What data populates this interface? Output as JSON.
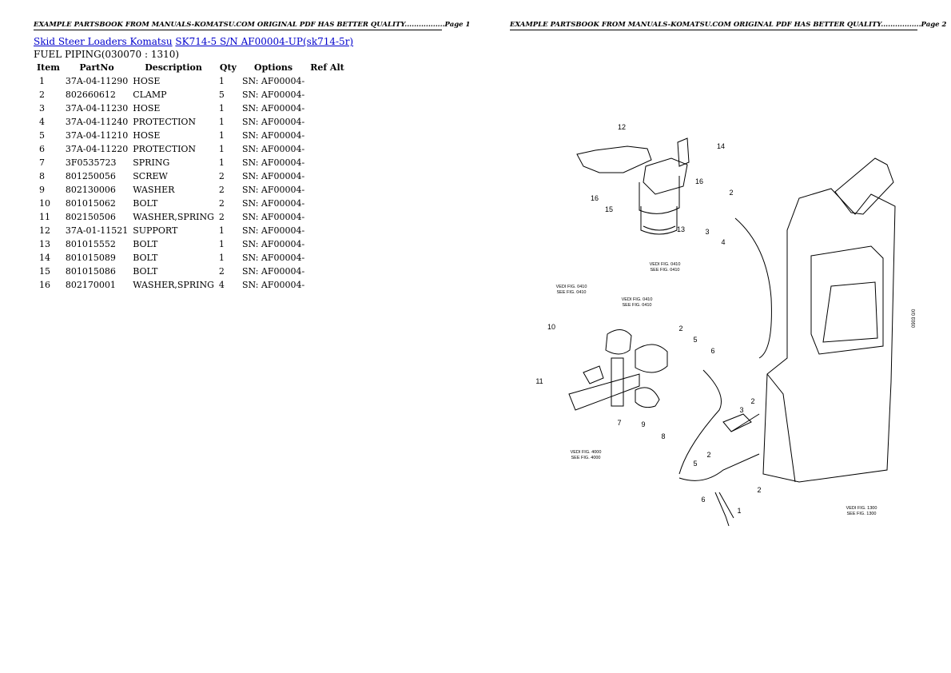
{
  "header": {
    "page1": "EXAMPLE PARTSBOOK FROM MANUALS-KOMATSU.COM ORIGINAL PDF HAS BETTER QUALITY.................Page 1",
    "page2": "EXAMPLE PARTSBOOK FROM MANUALS-KOMATSU.COM ORIGINAL PDF HAS BETTER QUALITY.................Page 2"
  },
  "breadcrumb": {
    "link1": "Skid Steer Loaders Komatsu",
    "link2": "SK714-5 S/N AF00004-UP(sk714-5r)"
  },
  "section_title": "FUEL PIPING(030070 : 1310)",
  "table": {
    "headers": [
      "Item",
      "PartNo",
      "Description",
      "Qty",
      "Options",
      "Ref Alt"
    ],
    "rows": [
      [
        "1",
        "37A-04-11290",
        "HOSE",
        "1",
        "SN: AF00004-",
        ""
      ],
      [
        "2",
        "802660612",
        "CLAMP",
        "5",
        "SN: AF00004-",
        ""
      ],
      [
        "3",
        "37A-04-11230",
        "HOSE",
        "1",
        "SN: AF00004-",
        ""
      ],
      [
        "4",
        "37A-04-11240",
        "PROTECTION",
        "1",
        "SN: AF00004-",
        ""
      ],
      [
        "5",
        "37A-04-11210",
        "HOSE",
        "1",
        "SN: AF00004-",
        ""
      ],
      [
        "6",
        "37A-04-11220",
        "PROTECTION",
        "1",
        "SN: AF00004-",
        ""
      ],
      [
        "7",
        "3F0535723",
        "SPRING",
        "1",
        "SN: AF00004-",
        ""
      ],
      [
        "8",
        "801250056",
        "SCREW",
        "2",
        "SN: AF00004-",
        ""
      ],
      [
        "9",
        "802130006",
        "WASHER",
        "2",
        "SN: AF00004-",
        ""
      ],
      [
        "10",
        "801015062",
        "BOLT",
        "2",
        "SN: AF00004-",
        ""
      ],
      [
        "11",
        "802150506",
        "WASHER,SPRING",
        "2",
        "SN: AF00004-",
        ""
      ],
      [
        "12",
        "37A-01-11521",
        "SUPPORT",
        "1",
        "SN: AF00004-",
        ""
      ],
      [
        "13",
        "801015552",
        "BOLT",
        "1",
        "SN: AF00004-",
        ""
      ],
      [
        "14",
        "801015089",
        "BOLT",
        "1",
        "SN: AF00004-",
        ""
      ],
      [
        "15",
        "801015086",
        "BOLT",
        "2",
        "SN: AF00004-",
        ""
      ],
      [
        "16",
        "802170001",
        "WASHER,SPRING",
        "4",
        "SN: AF00004-",
        ""
      ]
    ]
  },
  "diagram": {
    "callouts": [
      "12",
      "14",
      "16",
      "2",
      "15",
      "16",
      "13",
      "3",
      "4",
      "10",
      "2",
      "5",
      "6",
      "11",
      "9",
      "8",
      "7",
      "3",
      "2",
      "2",
      "5",
      "2",
      "6",
      "1"
    ],
    "ref1": [
      "VEDI FIG. 0410",
      "SEE FIG. 0410"
    ],
    "ref2": [
      "VEDI FIG. 0410",
      "SEE FIG. 0410"
    ],
    "ref3": [
      "VEDI FIG. 0410",
      "SEE FIG. 0410"
    ],
    "ref4": [
      "VEDI FIG. 4000",
      "SEE FIG. 4000"
    ],
    "ref5": [
      "VEDI FIG. 1300",
      "SEE FIG. 1300"
    ],
    "code": "0903 0/0"
  }
}
